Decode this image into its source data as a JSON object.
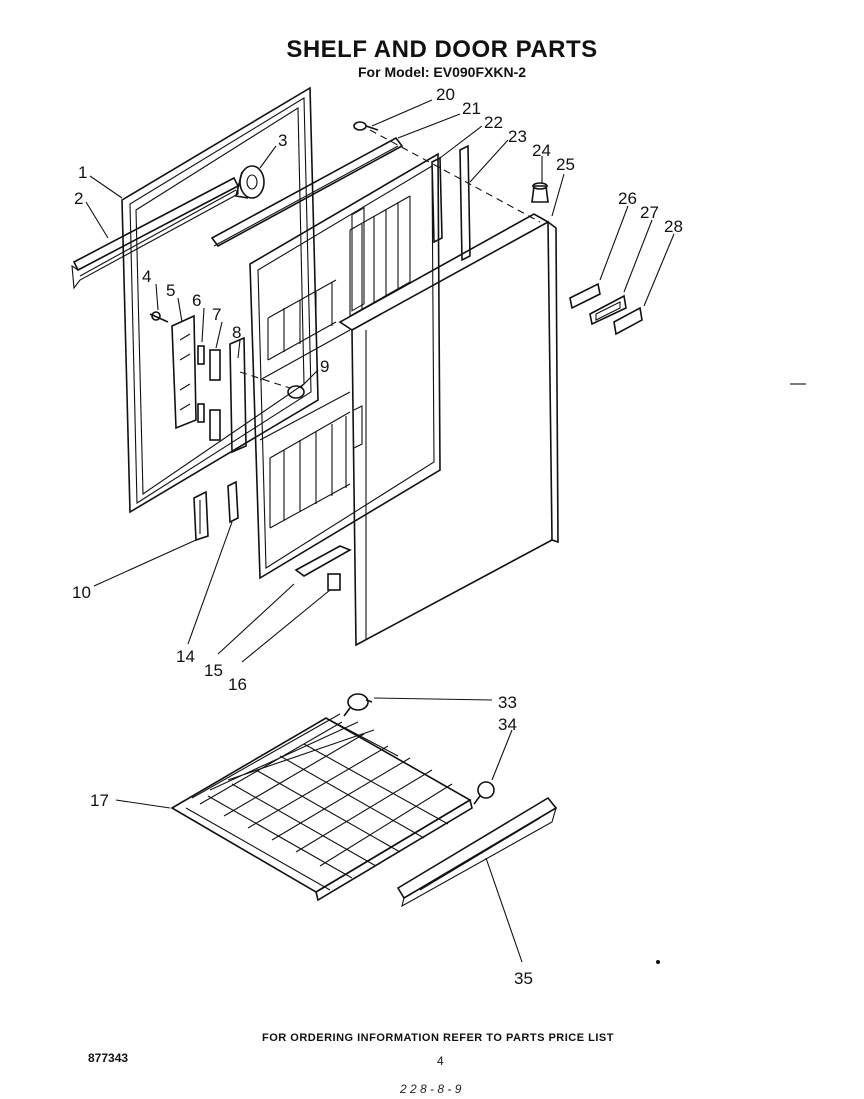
{
  "header": {
    "title": "SHELF AND DOOR PARTS",
    "subtitle": "For Model: EV090FXKN-2"
  },
  "callouts": {
    "c1": "1",
    "c2": "2",
    "c3": "3",
    "c4": "4",
    "c5": "5",
    "c6": "6",
    "c7": "7",
    "c8": "8",
    "c9": "9",
    "c10": "10",
    "c14": "14",
    "c15": "15",
    "c16": "16",
    "c17": "17",
    "c20": "20",
    "c21": "21",
    "c22": "22",
    "c23": "23",
    "c24": "24",
    "c25": "25",
    "c26": "26",
    "c27": "27",
    "c28": "28",
    "c33": "33",
    "c34": "34",
    "c35": "35"
  },
  "footer": {
    "ordering_note": "FOR ORDERING INFORMATION REFER TO PARTS PRICE LIST",
    "doc_number": "877343",
    "page_number": "4",
    "handwritten_code": "2 2 8 - 8 - 9"
  }
}
